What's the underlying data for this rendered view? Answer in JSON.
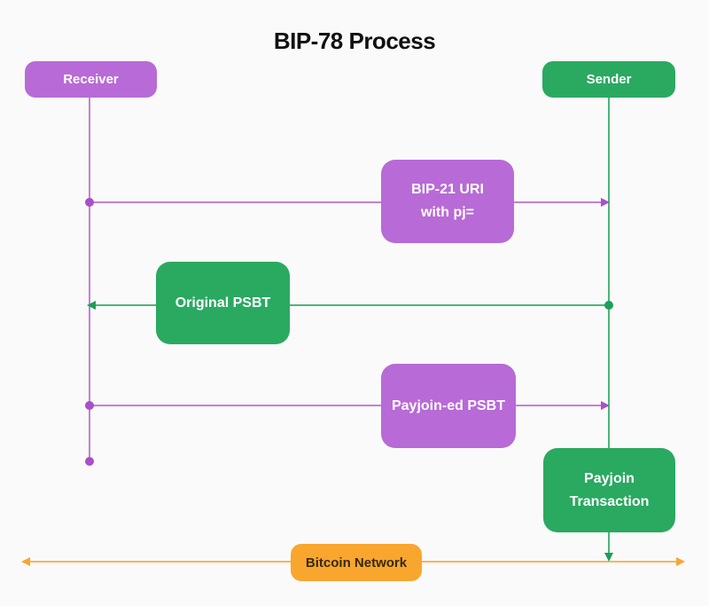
{
  "title": "BIP-78 Process",
  "actors": {
    "receiver": {
      "label": "Receiver",
      "color": "#b86ad6"
    },
    "sender": {
      "label": "Sender",
      "color": "#2aa961"
    }
  },
  "messages": {
    "bip21": {
      "line1": "BIP-21 URI",
      "line2": "with pj=",
      "from": "Receiver",
      "to": "Sender",
      "color": "#b86ad6"
    },
    "original_psbt": {
      "label": "Original PSBT",
      "from": "Sender",
      "to": "Receiver",
      "color": "#2aa961"
    },
    "payjoined_psbt": {
      "label": "Payjoin-ed PSBT",
      "from": "Receiver",
      "to": "Sender",
      "color": "#b86ad6"
    },
    "payjoin_tx": {
      "line1": "Payjoin",
      "line2": "Transaction",
      "from": "Sender",
      "to": "Bitcoin Network",
      "color": "#2aa961"
    }
  },
  "network": {
    "label": "Bitcoin Network",
    "color": "#f9a62f"
  },
  "colors": {
    "purple": "#b86ad6",
    "green": "#2aa961",
    "orange": "#f9a62f",
    "purple_line": "#c67fdd",
    "green_line": "#4cb47a",
    "orange_line": "#fab45e",
    "purple_dot": "#aa4fc8",
    "green_dot": "#1d9e57",
    "title_color": "#111111",
    "bg": "#fafafa",
    "net_text": "#38290e"
  }
}
